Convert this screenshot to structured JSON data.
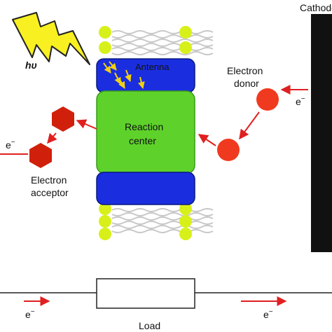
{
  "labels": {
    "cathode": "Cathode",
    "photon": "hυ",
    "antenna": "Antenna",
    "reaction_center_line1": "Reaction",
    "reaction_center_line2": "center",
    "electron_donor_line1": "Electron",
    "electron_donor_line2": "donor",
    "electron_acceptor_line1": "Electron",
    "electron_acceptor_line2": "acceptor",
    "load": "Load",
    "electron_symbol": "e"
  },
  "colors": {
    "lipid_head": "#d8f01a",
    "lipid_tail": "#c8c8c8",
    "antenna_blue": "#1a2ee0",
    "reaction_green": "#5ed22a",
    "donor_red": "#f03a20",
    "acceptor_red": "#d0200c",
    "arrow_red": "#e02020",
    "lightning_yellow": "#f8f020",
    "electrode_black": "#111111"
  },
  "icons": [
    "lightning-bolt-icon",
    "hexagon-molecule-icon",
    "circle-molecule-icon"
  ]
}
